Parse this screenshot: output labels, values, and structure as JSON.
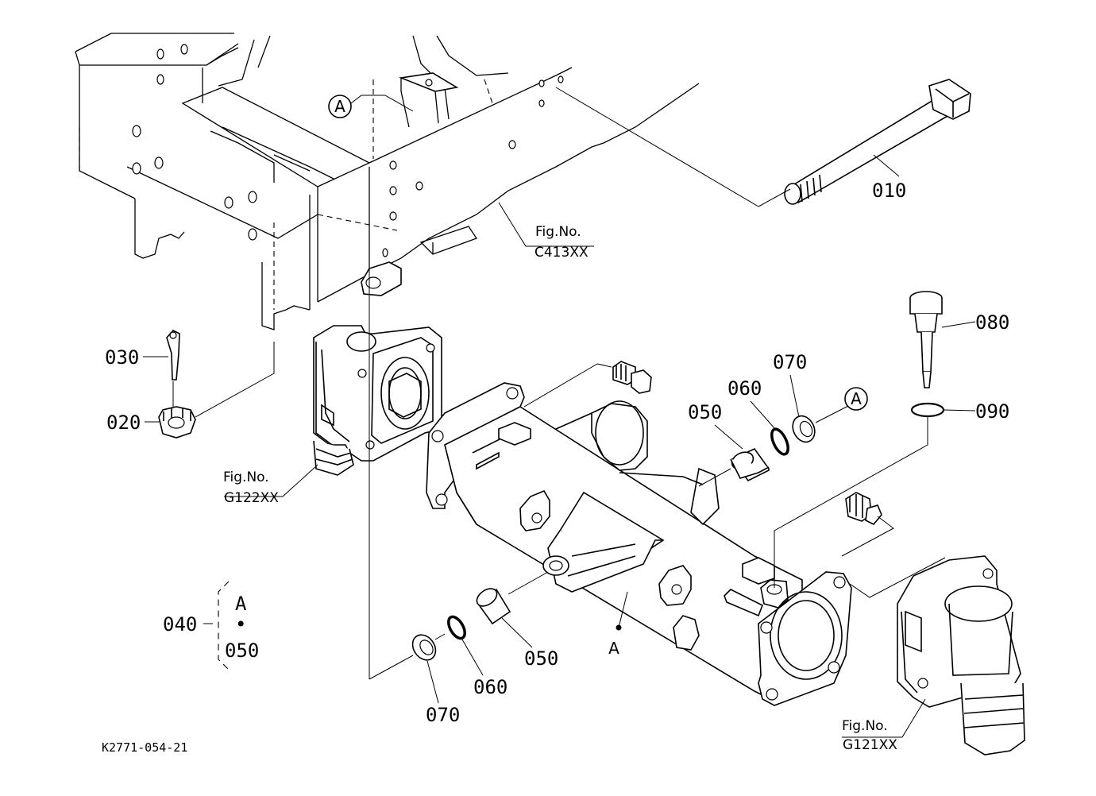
{
  "diagram_code": "K2771-054-21",
  "parts": {
    "p010": "010",
    "p020": "020",
    "p030": "030",
    "p040": "040",
    "p050_right": "050",
    "p050_left": "050",
    "p060_right": "060",
    "p060_left": "060",
    "p070_right": "070",
    "p070_left": "070",
    "p080": "080",
    "p090": "090"
  },
  "kit": {
    "line1": "A",
    "line2": "•",
    "line3": "050"
  },
  "callouts": {
    "a_top": "A",
    "a_right": "A",
    "a_housing": "A"
  },
  "figure_refs": {
    "c413": {
      "label": "Fig.No.",
      "code": "C413XX"
    },
    "g122": {
      "label": "Fig.No.",
      "code": "G122XX"
    },
    "g121": {
      "label": "Fig.No.",
      "code": "G121XX"
    }
  }
}
